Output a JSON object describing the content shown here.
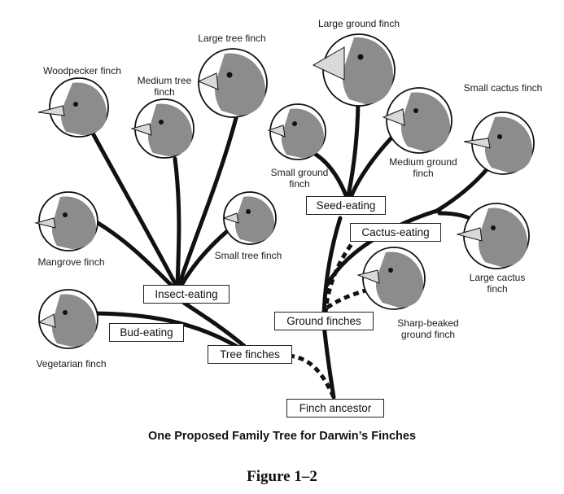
{
  "figure": {
    "caption": "One Proposed Family Tree for Darwin’s Finches",
    "figure_label": "Figure 1–2"
  },
  "groups": {
    "finch_ancestor": "Finch ancestor",
    "tree_finches": "Tree finches",
    "ground_finches": "Ground finches",
    "insect_eating": "Insect-eating",
    "bud_eating": "Bud-eating",
    "seed_eating": "Seed-eating",
    "cactus_eating": "Cactus-eating"
  },
  "finches": {
    "woodpecker": "Woodpecker finch",
    "medium_tree": "Medium tree finch",
    "large_tree": "Large tree finch",
    "mangrove": "Mangrove finch",
    "small_tree": "Small tree finch",
    "vegetarian": "Vegetarian finch",
    "large_ground": "Large ground finch",
    "small_ground": "Small ground finch",
    "medium_ground": "Medium ground finch",
    "small_cactus": "Small cactus finch",
    "large_cactus": "Large cactus finch",
    "sharp_beaked": "Sharp-beaked ground finch"
  },
  "colors": {
    "ink": "#111111",
    "bird_body": "#8c8c8c",
    "beak": "#d9d9d9"
  }
}
